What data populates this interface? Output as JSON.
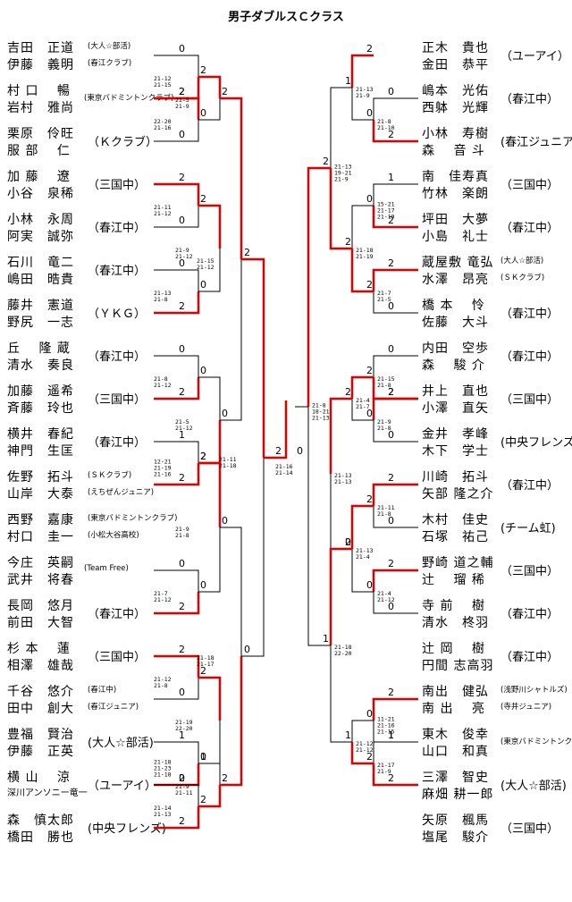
{
  "title": "男子ダブルスＣクラス",
  "left_teams": [
    {
      "p1": "吉田　正道",
      "p2": "伊藤　義明",
      "club": "(大人☆部活)",
      "club2": "(春江クラブ)"
    },
    {
      "p1": "村 口　 暢",
      "p2": "岩村　雅尚",
      "club": "(東京バドミントンクラブ)"
    },
    {
      "p1": "栗原　伶旺",
      "p2": "服 部　 仁",
      "club": "（Ｋクラブ）"
    },
    {
      "p1": "加 藤　 遼",
      "p2": "小谷　泉稀",
      "club": "（三国中）"
    },
    {
      "p1": "小林　永周",
      "p2": "阿実　誠弥",
      "club": "（春江中）"
    },
    {
      "p1": "石川　竜二",
      "p2": "嶋田　晧貴",
      "club": "（春江中）"
    },
    {
      "p1": "藤井　憲道",
      "p2": "野尻　一志",
      "club": "（ＹＫＧ）"
    },
    {
      "p1": "丘　 隆 蔵",
      "p2": "清水　奏良",
      "club": "（春江中）"
    },
    {
      "p1": "加藤　遥希",
      "p2": "斉藤　玲也",
      "club": "（三国中）"
    },
    {
      "p1": "横井　春紀",
      "p2": "神門　生匡",
      "club": "（春江中）"
    },
    {
      "p1": "佐野　拓斗",
      "p2": "山岸　大泰",
      "club": "(ＳＫクラブ)",
      "club2": "(えちぜんジュニア)"
    },
    {
      "p1": "西野　嘉康",
      "p2": "村口　圭一",
      "club": "(東京バドミントンクラブ)",
      "club2": "(小松大谷高校)"
    },
    {
      "p1": "今庄　英嗣",
      "p2": "武井　将春",
      "club": "(Team Free)"
    },
    {
      "p1": "長岡　悠月",
      "p2": "前田　大智",
      "club": "（春江中）"
    },
    {
      "p1": "杉 本　 蓮",
      "p2": "相澤　雄哉",
      "club": "（三国中）"
    },
    {
      "p1": "千谷　悠介",
      "p2": "田中　創大",
      "club": "(春江中)",
      "club2": "(春江ジュニア)"
    },
    {
      "p1": "豊福　賢治",
      "p2": "伊藤　正英",
      "club": "(大人☆部活)"
    },
    {
      "p1": "横 山　 涼",
      "p2": "深川アンソニー竜一",
      "club": "（ユーアイ）"
    },
    {
      "p1": "森　慎太郎",
      "p2": "橋田　勝也",
      "club": "(中央フレンズ)"
    }
  ],
  "right_teams": [
    {
      "p1": "正木　貴也",
      "p2": "金田　恭平",
      "club": "（ユーアイ）"
    },
    {
      "p1": "嶋本　光佑",
      "p2": "西躰　光輝",
      "club": "（春江中）"
    },
    {
      "p1": "小林　寿樹",
      "p2": "森　 音 斗",
      "club": "(春江ジュニア)"
    },
    {
      "p1": "南　佳寿真",
      "p2": "竹林　楽朗",
      "club": "（三国中）"
    },
    {
      "p1": "坪田　大夢",
      "p2": "小島　礼士",
      "club": "（春江中）"
    },
    {
      "p1": "蔵屋敷 竜弘",
      "p2": "水澤　昂亮",
      "club": "(大人☆部活)",
      "club2": "(ＳＫクラブ)"
    },
    {
      "p1": "橋 本　 怜",
      "p2": "佐藤　大斗",
      "club": "（春江中）"
    },
    {
      "p1": "内田　空歩",
      "p2": "森　 駿 介",
      "club": "（春江中）"
    },
    {
      "p1": "井上　直也",
      "p2": "小澤　直矢",
      "club": "（三国中）"
    },
    {
      "p1": "金井　孝峰",
      "p2": "木下　学士",
      "club": "(中央フレンズ)"
    },
    {
      "p1": "川崎　拓斗",
      "p2": "矢部 隆之介",
      "club": "（春江中）"
    },
    {
      "p1": "木村　佳史",
      "p2": "石塚　祐己",
      "club": "(チーム虹)"
    },
    {
      "p1": "野崎 道之輔",
      "p2": "辻　 瑠 稀",
      "club": "（三国中）"
    },
    {
      "p1": "寺 前　 樹",
      "p2": "清水　柊羽",
      "club": "（春江中）"
    },
    {
      "p1": "辻 岡　 樹",
      "p2": "円間 志高羽",
      "club": "（春江中）"
    },
    {
      "p1": "南出　健弘",
      "p2": "南 出　 亮",
      "club": "(浅野川シャトルズ)",
      "club2": "(寺井ジュニア)"
    },
    {
      "p1": "東木　俊幸",
      "p2": "山口　和真",
      "club": "(東京バドミントンクラブ)"
    },
    {
      "p1": "三澤　智史",
      "p2": "麻畑 耕一郎",
      "club": "(大人☆部活)"
    },
    {
      "p1": "矢原　楓馬",
      "p2": "塩尾　駿介",
      "club": "（三国中）"
    }
  ],
  "left_scores": {
    "r1": [
      {
        "t": "0",
        "b": "2",
        "g": "21-12\n21-15"
      },
      {
        "t": "2",
        "b": "0",
        "g": "22-20\n21-16"
      },
      {
        "t": "2",
        "b": "0",
        "g": "21-11\n21-12"
      },
      {
        "t": "0",
        "b": "2",
        "g": "21-13\n21-8"
      },
      {
        "t": "0",
        "b": "2",
        "g": "21-8\n21-12"
      },
      {
        "t": "1",
        "b": "2",
        "g": "12-21\n21-19\n21-16"
      },
      {
        "t": "0",
        "b": "2",
        "g": "21-7\n21-12"
      },
      {
        "t": "2",
        "b": "0",
        "g": "21-12\n21-8"
      },
      {
        "t": "1",
        "b": "2",
        "g": "21-18\n21-23\n21-18"
      },
      {
        "t": "0",
        "b": "2",
        "g": "21-14\n21-13"
      }
    ],
    "r2": [
      {
        "t": "2",
        "b": "0",
        "g": "21-5\n21-9"
      },
      {
        "t": "2",
        "b": "0",
        "g": "21-9\n21-12"
      },
      {
        "t": "0",
        "b": "2",
        "g": "21-5\n21-12"
      },
      {
        "t": "2",
        "b": "0",
        "g": "21-9\n21-8"
      },
      {
        "t": "2",
        "b": "0",
        "g": "21-19\n22-20"
      },
      {
        "t": "1",
        "b": "2",
        "g": "21-9\n21-11"
      }
    ],
    "r3": [
      {
        "t": "2",
        "b": "0",
        "g": "21-15\n21-12"
      },
      {
        "t": "0",
        "b": "2",
        "g": "21-18\n21-17"
      }
    ],
    "r4": {
      "t": "2",
      "b": "0",
      "g": "21-11\n21-18"
    }
  },
  "right_scores": {
    "r1": [
      {
        "t": "0",
        "b": "2",
        "g": "21-8\n21-10"
      },
      {
        "t": "1",
        "b": "2",
        "g": "15-21\n21-17\n21-19"
      },
      {
        "t": "2",
        "b": "0",
        "g": "21-7\n21-5"
      },
      {
        "t": "0",
        "b": "2",
        "g": "21-15\n21-8"
      },
      {
        "t": "2",
        "b": "0",
        "g": "21-9\n21-8"
      },
      {
        "t": "2",
        "b": "0",
        "g": "21-11\n21-8"
      },
      {
        "t": "2",
        "b": "0",
        "g": "21-4\n21-12"
      },
      {
        "t": "2",
        "b": "1",
        "g": "11-21\n21-16\n21-15"
      },
      {
        "t": "1",
        "b": "2",
        "g": "21-17\n21-9"
      }
    ],
    "r2": [
      {
        "t": "2",
        "b": "0",
        "g": "21-13\n21-9"
      },
      {
        "t": "0",
        "b": "2",
        "g": "21-18\n21-19"
      },
      {
        "t": "2",
        "b": "0",
        "g": "21-4\n21-7"
      },
      {
        "t": "2",
        "b": "0",
        "g": "21-13\n21-4"
      },
      {
        "t": "0",
        "b": "2",
        "g": "21-12\n21-12"
      }
    ],
    "r3": [
      {
        "t": "1",
        "b": "2",
        "g": "21-13\n19-21\n21-9"
      },
      {
        "t": "2",
        "b": "0",
        "g": "21-13\n21-13"
      },
      {
        "t": "2",
        "b": "1",
        "g": "21-18\n22-20"
      }
    ],
    "r4": {
      "t": "2",
      "b": "1",
      "g": "21-8\n18-21\n21-13"
    }
  },
  "final": {
    "l": "2",
    "r": "0",
    "g": "21-16\n21-14"
  }
}
